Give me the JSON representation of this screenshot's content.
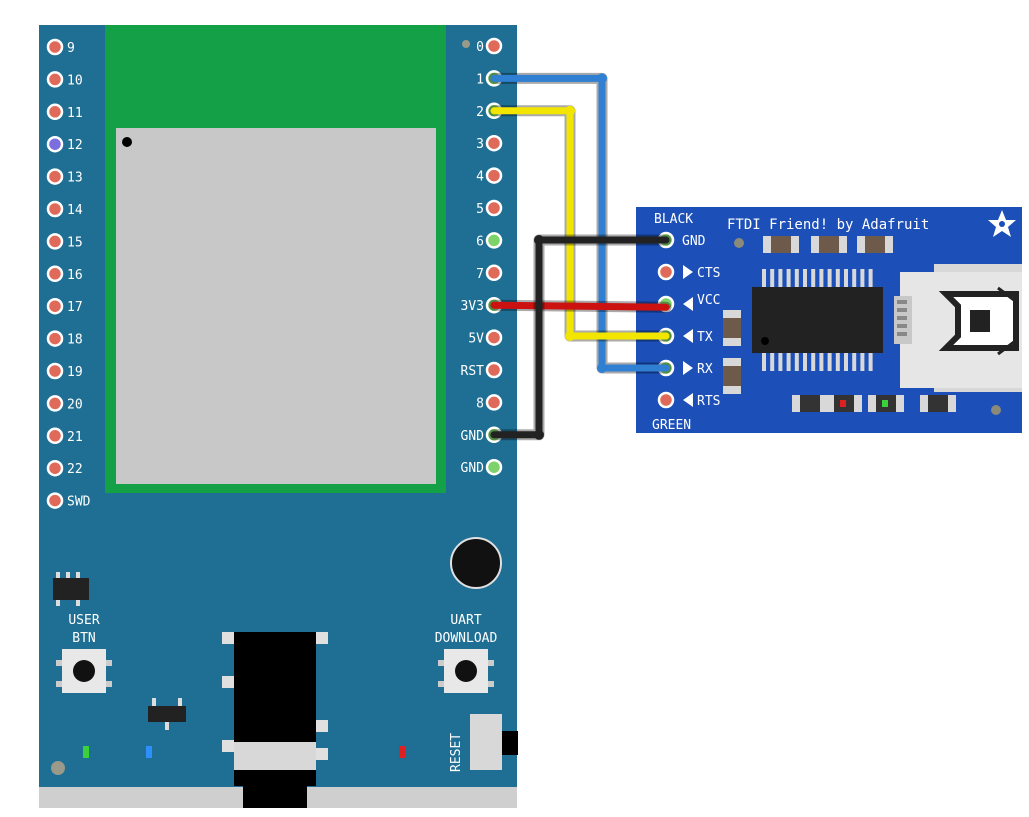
{
  "board": {
    "left_pins": [
      "9",
      "10",
      "11",
      "12",
      "13",
      "14",
      "15",
      "16",
      "17",
      "18",
      "19",
      "20",
      "21",
      "22",
      "SWD"
    ],
    "right_pins": [
      "0",
      "1",
      "2",
      "3",
      "4",
      "5",
      "6",
      "7",
      "3V3",
      "5V",
      "RST",
      "8",
      "GND",
      "GND"
    ],
    "user_btn_line1": "USER",
    "user_btn_line2": "BTN",
    "uart_line1": "UART",
    "uart_line2": "DOWNLOAD",
    "reset_label": "RESET"
  },
  "ftdi": {
    "title": "FTDI Friend! by Adafruit",
    "top_label": "BLACK",
    "bottom_label": "GREEN",
    "pins": [
      "GND",
      "CTS",
      "VCC",
      "TX",
      "RX",
      "RTS"
    ]
  },
  "colors": {
    "board": "#1f6f95",
    "ftdi": "#1c4fb8",
    "module_green": "#14a046",
    "module_shield": "#c8c8c8",
    "wire_blue": "#2f7fd2",
    "wire_yellow": "#f2e600",
    "wire_black": "#222222",
    "wire_red": "#cc1111",
    "pin_red": "#e06a5a",
    "pin_green": "#7ed26a"
  },
  "wires": [
    {
      "name": "wire-blue",
      "from": "1",
      "to": "RX"
    },
    {
      "name": "wire-yellow",
      "from": "2",
      "to": "TX"
    },
    {
      "name": "wire-black",
      "from": "GND",
      "to": "GND"
    },
    {
      "name": "wire-red",
      "from": "3V3",
      "to": "VCC"
    }
  ]
}
